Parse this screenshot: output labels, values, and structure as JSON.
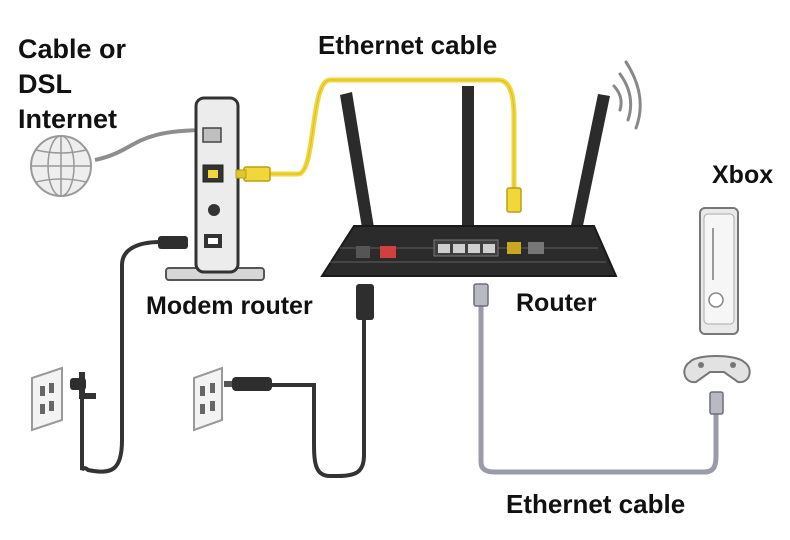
{
  "labels": {
    "internet_lines": [
      "Cable or",
      "DSL",
      "Internet"
    ],
    "ethernet_cable_top": "Ethernet cable",
    "xbox": "Xbox",
    "modem_router": "Modem router",
    "router": "Router",
    "ethernet_cable_bottom": "Ethernet cable"
  },
  "colors": {
    "ethernet_cable_yellow": "#f1d73a",
    "ethernet_cable_gray": "#9a9aa8",
    "power_cord": "#333333",
    "router_body": "#2b2b2b",
    "modem_body": "#ececec",
    "xbox_body": "#e9e9e9",
    "text": "#111111"
  },
  "icons": {
    "internet": "globe-icon",
    "wifi": "wifi-signal-icon",
    "outlet": "power-outlet-icon",
    "controller": "game-controller-icon"
  }
}
